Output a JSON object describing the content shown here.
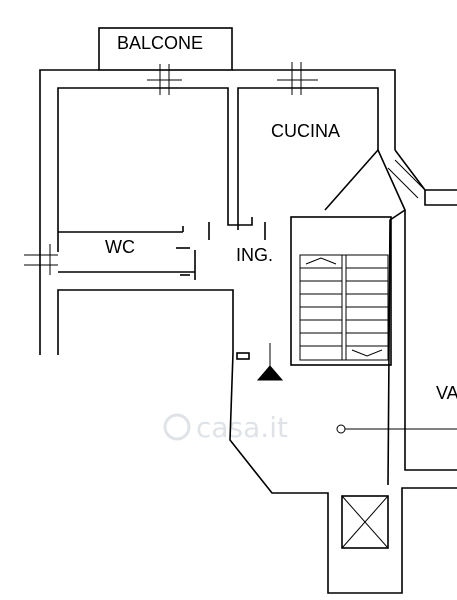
{
  "rooms": {
    "balcone": "BALCONE",
    "cucina": "CUCINA",
    "wc": "WC",
    "ingresso": "ING.",
    "partial_label": "VA"
  },
  "watermark": "casa.it"
}
